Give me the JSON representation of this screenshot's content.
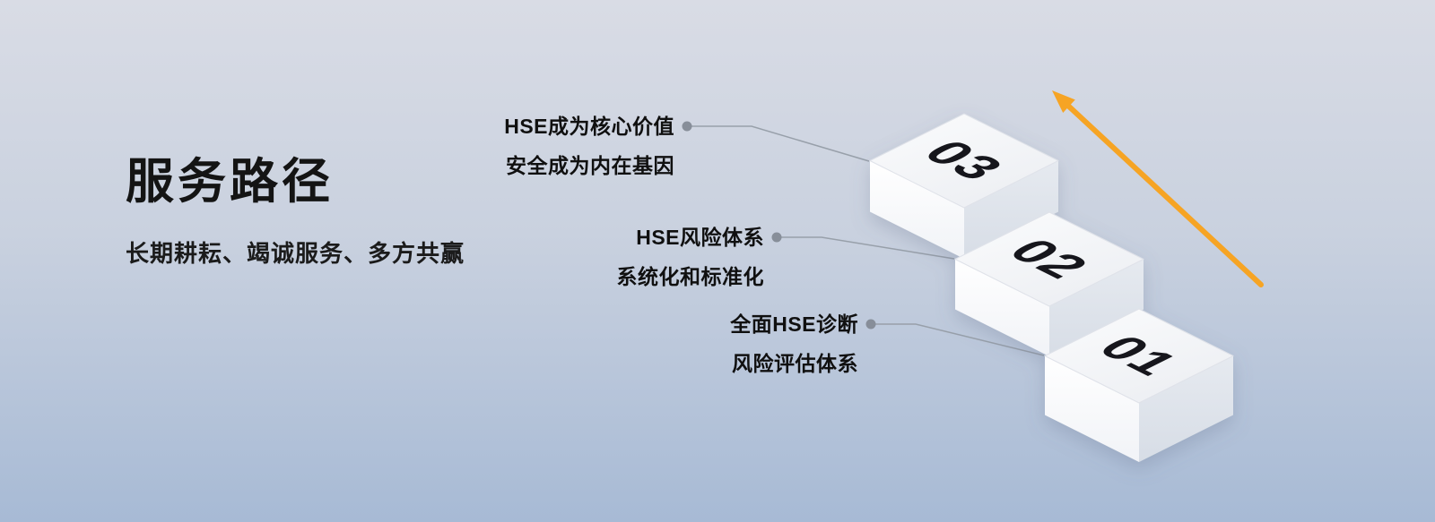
{
  "title": "服务路径",
  "subtitle": "长期耕耘、竭诚服务、多方共赢",
  "steps": [
    {
      "number": "01",
      "label_line1": "全面HSE诊断",
      "label_line2": "风险评估体系"
    },
    {
      "number": "02",
      "label_line1": "HSE风险体系",
      "label_line2": "系统化和标准化"
    },
    {
      "number": "03",
      "label_line1": "HSE成为核心价值",
      "label_line2": "安全成为内在基因"
    }
  ],
  "colors": {
    "arrow-color": "#F6A424",
    "background-top": "#d9dce5",
    "background-bottom": "#a7bad5",
    "text-color": "#141414",
    "connector-color": "#98a0aa"
  }
}
